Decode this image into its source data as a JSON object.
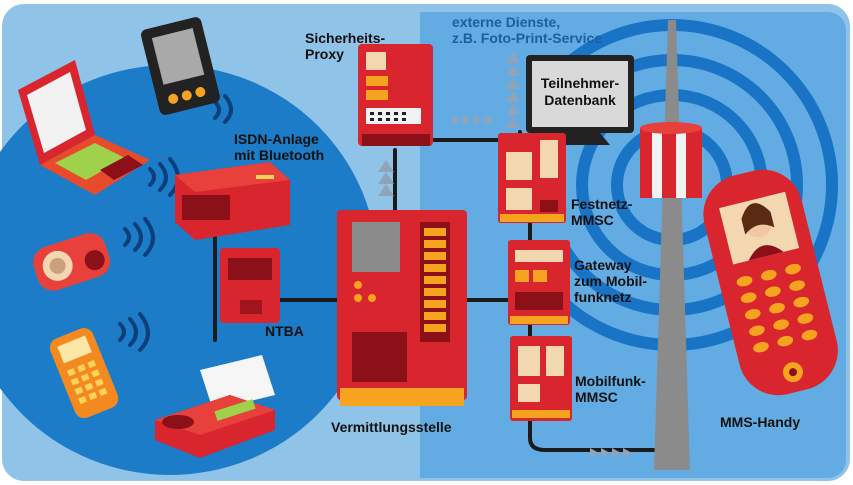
{
  "colors": {
    "background": "#8fc3e8",
    "panel": "#62ace3",
    "oval": "#1c7cc8",
    "device_red": "#d9252e",
    "device_dark": "#8b1018",
    "arrow_gray": "#8fa4b8",
    "label_blue": "#1a5fa0"
  },
  "labels": {
    "external_services": [
      "externe Dienste,",
      "z.B. Foto-Print-Service"
    ],
    "security_proxy": [
      "Sicherheits-",
      "Proxy"
    ],
    "subscriber_db": [
      "Teilnehmer-",
      "Datenbank"
    ],
    "isdn": [
      "ISDN-Anlage",
      "mit Bluetooth"
    ],
    "ntba": "NTBA",
    "festnetz_mmsc": [
      "Festnetz-",
      "MMSC"
    ],
    "gateway": [
      "Gateway",
      "zum Mobil-",
      "funknetz"
    ],
    "mobilfunk_mmsc": [
      "Mobilfunk-",
      "MMSC"
    ],
    "exchange": "Vermittlungsstelle",
    "mms_phone": "MMS-Handy"
  },
  "icons": [
    "laptop-icon",
    "pda-icon",
    "isdn-pbx-icon",
    "ntba-box-icon",
    "camera-icon",
    "cordless-phone-icon",
    "fax-icon",
    "proxy-server-icon",
    "database-monitor-icon",
    "exchange-switch-icon",
    "mmsc-server-icon",
    "gateway-server-icon",
    "radio-tower-icon",
    "mms-handset-icon",
    "bluetooth-waves-icon",
    "radio-waves-icon"
  ]
}
